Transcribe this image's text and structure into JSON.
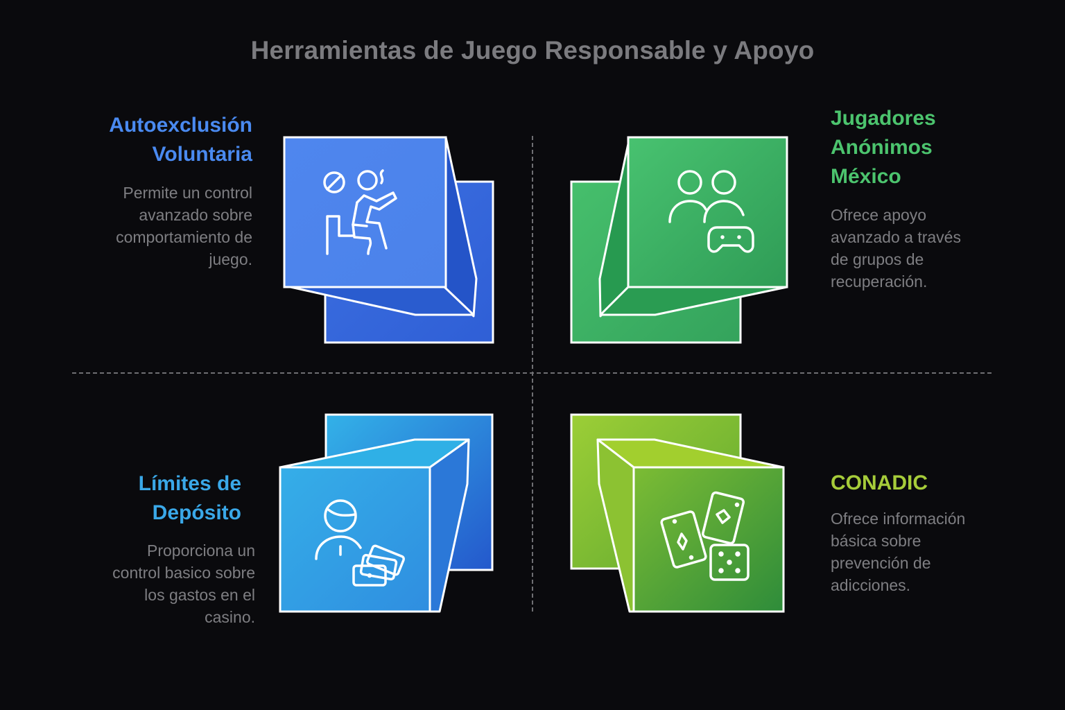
{
  "title": "Herramientas de Juego Responsable y Apoyo",
  "quadrants": [
    {
      "id": "autoexclusion",
      "heading_lines": [
        "Autoexclusión",
        "Voluntaria"
      ],
      "description_lines": [
        "Permite un control",
        "avanzado sobre",
        "comportamiento de",
        "juego."
      ],
      "color": "#4a8af0",
      "icon": "no-smoking-person-seated-icon"
    },
    {
      "id": "jugadores-anonimos",
      "heading_lines": [
        "Jugadores",
        "Anónimos",
        "México"
      ],
      "description_lines": [
        "Ofrece apoyo",
        "avanzado a través",
        "de grupos de",
        "recuperación."
      ],
      "color": "#4cc46e",
      "icon": "support-group-gamepad-icon"
    },
    {
      "id": "limites-deposito",
      "heading_lines": [
        "Límites de",
        "Depósito"
      ],
      "description_lines": [
        "Proporciona un",
        "control basico sobre",
        "los gastos en el",
        "casino."
      ],
      "color": "#3aa8e8",
      "icon": "person-wallet-cards-icon"
    },
    {
      "id": "conadic",
      "heading_lines": [
        "CONADIC"
      ],
      "description_lines": [
        "Ofrece información",
        "básica sobre",
        "prevención de",
        "adicciones."
      ],
      "color": "#a6cc3a",
      "icon": "cards-and-dice-icon"
    }
  ],
  "colors": {
    "background": "#0a0a0d",
    "title": "#7b7b7f",
    "description": "#7e7e82",
    "divider": "#6f6f73",
    "outline": "#ffffff"
  }
}
